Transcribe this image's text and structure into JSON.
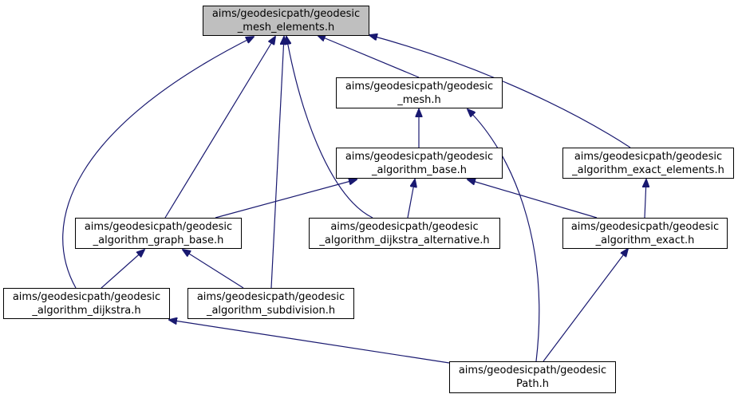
{
  "colors": {
    "edge": "#191970",
    "root_fill": "#bfbfbf",
    "node_fill": "#ffffff",
    "border": "#000000"
  },
  "nodes": {
    "mesh_elements": {
      "line1": "aims/geodesicpath/geodesic",
      "line2": "_mesh_elements.h"
    },
    "mesh": {
      "line1": "aims/geodesicpath/geodesic",
      "line2": "_mesh.h"
    },
    "algorithm_base": {
      "line1": "aims/geodesicpath/geodesic",
      "line2": "_algorithm_base.h"
    },
    "exact_elements": {
      "line1": "aims/geodesicpath/geodesic",
      "line2": "_algorithm_exact_elements.h"
    },
    "graph_base": {
      "line1": "aims/geodesicpath/geodesic",
      "line2": "_algorithm_graph_base.h"
    },
    "dijkstra_alternative": {
      "line1": "aims/geodesicpath/geodesic",
      "line2": "_algorithm_dijkstra_alternative.h"
    },
    "exact": {
      "line1": "aims/geodesicpath/geodesic",
      "line2": "_algorithm_exact.h"
    },
    "dijkstra": {
      "line1": "aims/geodesicpath/geodesic",
      "line2": "_algorithm_dijkstra.h"
    },
    "subdivision": {
      "line1": "aims/geodesicpath/geodesic",
      "line2": "_algorithm_subdivision.h"
    },
    "path": {
      "line1": "aims/geodesicpath/geodesic",
      "line2": "Path.h"
    }
  },
  "edges": [
    {
      "from": "mesh",
      "to": "mesh_elements"
    },
    {
      "from": "exact_elements",
      "to": "mesh_elements"
    },
    {
      "from": "graph_base",
      "to": "mesh_elements"
    },
    {
      "from": "dijkstra_alternative",
      "to": "mesh_elements"
    },
    {
      "from": "dijkstra",
      "to": "mesh_elements"
    },
    {
      "from": "subdivision",
      "to": "mesh_elements"
    },
    {
      "from": "algorithm_base",
      "to": "mesh"
    },
    {
      "from": "path",
      "to": "mesh"
    },
    {
      "from": "graph_base",
      "to": "algorithm_base"
    },
    {
      "from": "dijkstra_alternative",
      "to": "algorithm_base"
    },
    {
      "from": "exact",
      "to": "algorithm_base"
    },
    {
      "from": "exact",
      "to": "exact_elements"
    },
    {
      "from": "dijkstra",
      "to": "graph_base"
    },
    {
      "from": "subdivision",
      "to": "graph_base"
    },
    {
      "from": "path",
      "to": "exact"
    },
    {
      "from": "path",
      "to": "dijkstra"
    }
  ]
}
